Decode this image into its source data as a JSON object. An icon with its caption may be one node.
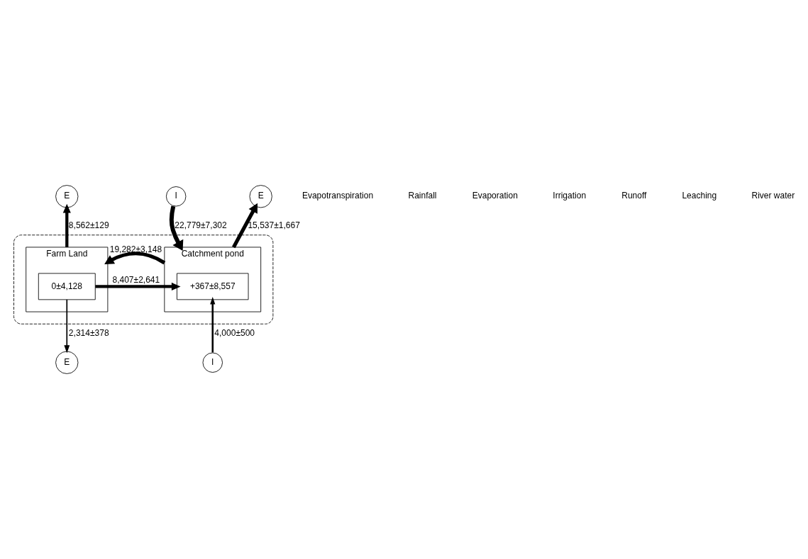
{
  "diagram": {
    "nodes": [
      {
        "text": [],
        "shape": "box"
      },
      {
        "text": [
          "E"
        ]
      },
      {
        "text": [
          "I"
        ]
      },
      {
        "text": [
          "E"
        ]
      },
      {
        "text": [
          "Farm Land"
        ],
        "in": 0
      },
      {
        "text": [
          "0±4,128"
        ],
        "in": 4
      },
      {
        "text": [
          "Catchment pond"
        ],
        "in": 0
      },
      {
        "text": [
          "+367±8,557"
        ],
        "in": 6
      },
      {
        "text": [
          "E"
        ]
      },
      {
        "text": [
          "I"
        ]
      }
    ],
    "edges": [
      {
        "from": 4,
        "to": 1,
        "arrow": "to",
        "label": "8,562±129"
      },
      {
        "from": 2,
        "to": 6,
        "arrow": "to",
        "label": "22,779±7,302"
      },
      {
        "from": 6,
        "to": 3,
        "arrow": "to",
        "label": "15,537±1,667"
      },
      {
        "from": 6,
        "to": 4,
        "arrow": "to",
        "label": "19,282±3,148"
      },
      {
        "from": 5,
        "to": 7,
        "arrow": "to",
        "label": "8,407±2,641"
      },
      {
        "from": 5,
        "to": 8,
        "arrow": "to",
        "label": "2,314±378"
      },
      {
        "from": 9,
        "to": 7,
        "arrow": "to",
        "label": "4,000±500"
      }
    ],
    "labels": [
      "Evapotranspiration",
      "Rainfall",
      "Evaporation",
      "Irrigation",
      "Runoff",
      "Leaching",
      "River water"
    ]
  }
}
